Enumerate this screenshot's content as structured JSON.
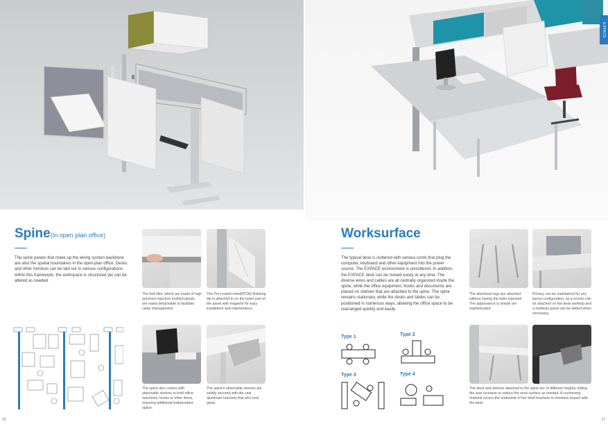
{
  "side_tab": "EXPACE",
  "spine": {
    "title": "Spine",
    "subtitle": "(In open plan office)",
    "body": "The spine panels that make up the wiring system backbone are also the spatial boundaries in the open-plan office. Desks and other furniture can be laid out in various configurations within this framework; the workspace is structured yet can be altered as needed.",
    "captions": [
      "The belt tiles, which are made of high precision injection molded plastic, are easily detachable to facilitate cable management.",
      "The Pre-coated metal(PCM) finishing tile is attached to on the lower part of the panel with magnets for easy installation and maintenance.",
      "The spine also comes with attachable shelves to hold office machines, books or other items, ensuring additional independent space.",
      "The spine's attachable shelves are solidly secured with die-cast aluminum brackets that also look great."
    ]
  },
  "worksurface": {
    "title": "Worksurface",
    "body": "The typical desk is cluttered with various cords that plug the computer, keyboard and other equipment into the power source. The EXPACE environment is uncluttered. In addition, the EXPACE desk can be moved easily at any time. The diverse wires and cables are all centrally organized inside the spine, while the office equipment, books and documents are placed on shelves that are attached to the spine. The spine remains stationary, while the desks and tables can be positioned in numerous ways, allowing the office space to be rearranged quickly and easily.",
    "types": [
      "Type 1",
      "Type 2",
      "Type 3",
      "Type 4"
    ],
    "captions": [
      "The aluminum legs are attached without having the bolts exposed. The appearance is simple yet sophisticated.",
      "Privacy can be maintained for any layout configuration, as a screen can be attached on the desk worktop and a modesty panel can be added when necessary.",
      "The desk and shelves attached to the spine are of different heights, letting the user increase or reduce the work surface as needed. A cushioning material covers the underside of the shelf brackets to minimize impact with the desk."
    ]
  },
  "page_numbers": [
    "26",
    "27"
  ],
  "colors": {
    "accent": "#2a7bbd",
    "teal_panel": "#1f93a8",
    "olive_panel": "#8a8a3a",
    "chair": "#7a1f2a"
  }
}
